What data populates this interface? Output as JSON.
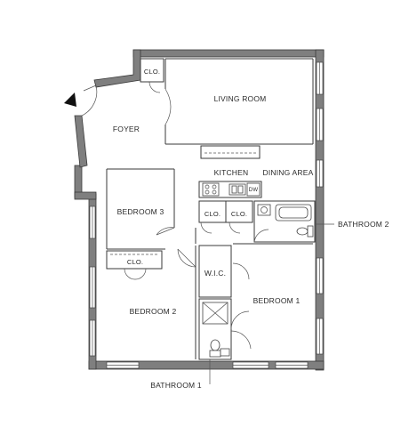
{
  "rooms": {
    "living_room": "LIVING ROOM",
    "foyer": "FOYER",
    "kitchen": "KITCHEN",
    "dining_area": "DINING AREA",
    "bedroom_3": "BEDROOM 3",
    "bedroom_2": "BEDROOM 2",
    "bedroom_1": "BEDROOM 1",
    "wic": "W.I.C."
  },
  "closets": {
    "foyer_closet": "CLO.",
    "kitchen_closet_a": "CLO.",
    "kitchen_closet_b": "CLO.",
    "bedroom2_closet": "CLO."
  },
  "fixtures": {
    "dishwasher": "DW"
  },
  "callouts": {
    "bathroom_2": "BATHROOM 2",
    "bathroom_1": "BATHROOM 1"
  }
}
